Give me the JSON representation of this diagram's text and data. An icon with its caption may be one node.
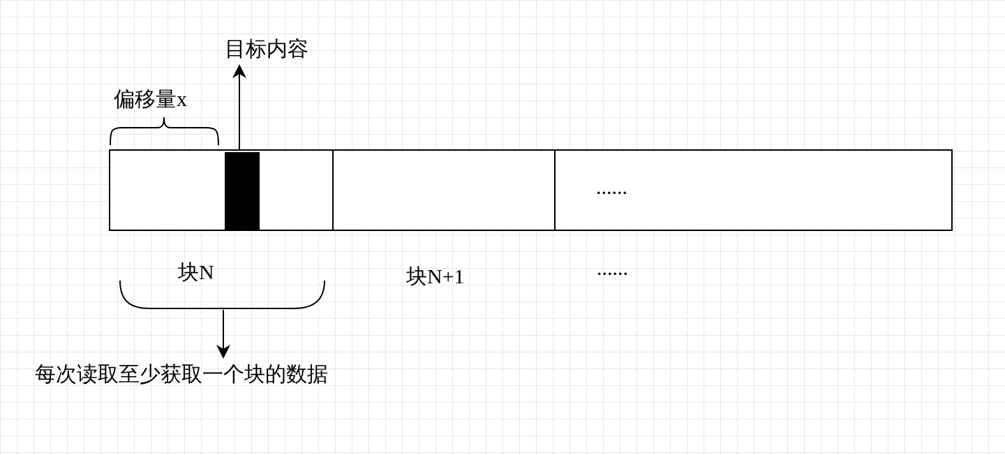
{
  "diagram": {
    "nodes": [
      {
        "text": [
          "目标内容"
        ]
      },
      {
        "text": [],
        "shape": "box"
      },
      {
        "text": [],
        "shape": "bar",
        "in": 1
      },
      {
        "text": [],
        "shape": "box"
      },
      {
        "text": [
          "......"
        ]
      },
      {
        "text": [],
        "shape": "brace"
      },
      {
        "text": [
          "每次读取至少获取一个块的数据"
        ]
      }
    ],
    "edges": [
      {
        "from": 2,
        "to": 0,
        "arrow": "to"
      },
      {
        "from": 5,
        "to": 6,
        "arrow": "to"
      }
    ],
    "labels": [
      "偏移量x",
      "块N",
      "块N+1",
      "......"
    ]
  }
}
